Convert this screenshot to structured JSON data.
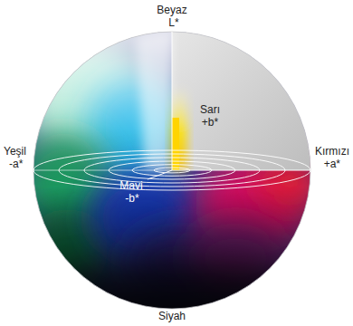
{
  "diagram": {
    "labels": [
      "Beyaz",
      "L*",
      "Sarı",
      "+b*",
      "Yeşil",
      "-a*",
      "Kırmızı",
      "+a*",
      "Mavi",
      "-b*",
      "Siyah"
    ]
  }
}
